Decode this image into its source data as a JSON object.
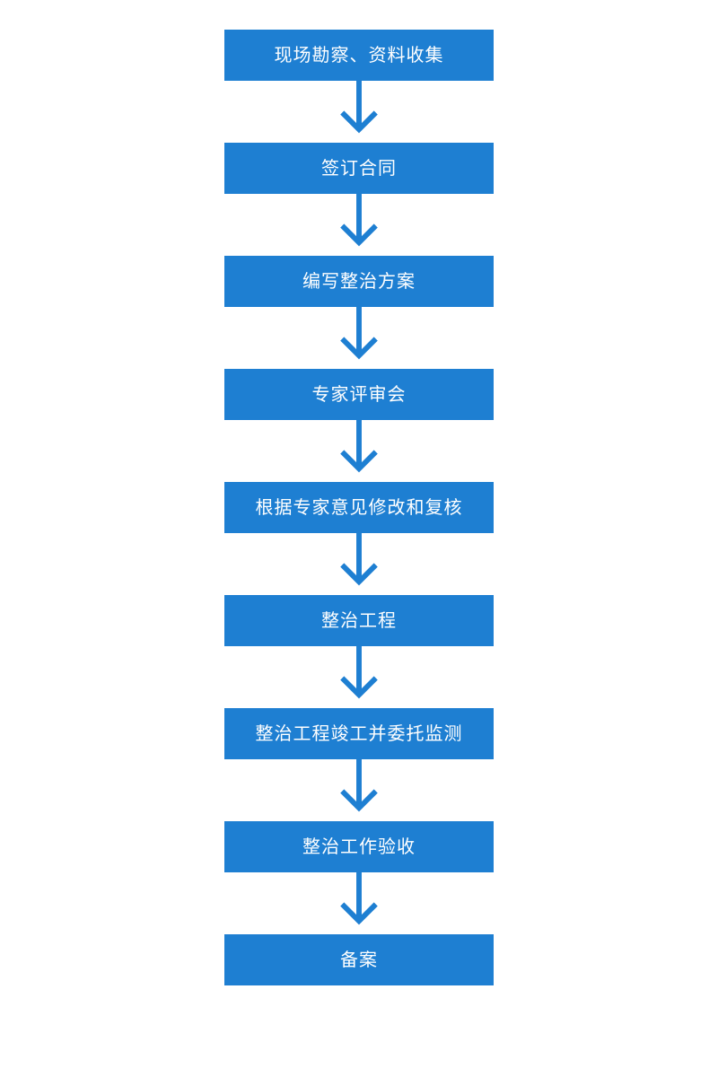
{
  "flowchart": {
    "box_color": "#1e7fd2",
    "arrow_color": "#1e7fd2",
    "text_color": "#ffffff",
    "background_color": "#ffffff",
    "arrow_icon": "down-arrow-icon",
    "steps": [
      {
        "label": "现场勘察、资料收集"
      },
      {
        "label": "签订合同"
      },
      {
        "label": "编写整治方案"
      },
      {
        "label": "专家评审会"
      },
      {
        "label": "根据专家意见修改和复核"
      },
      {
        "label": "整治工程"
      },
      {
        "label": "整治工程竣工并委托监测"
      },
      {
        "label": "整治工作验收"
      },
      {
        "label": "备案"
      }
    ]
  }
}
